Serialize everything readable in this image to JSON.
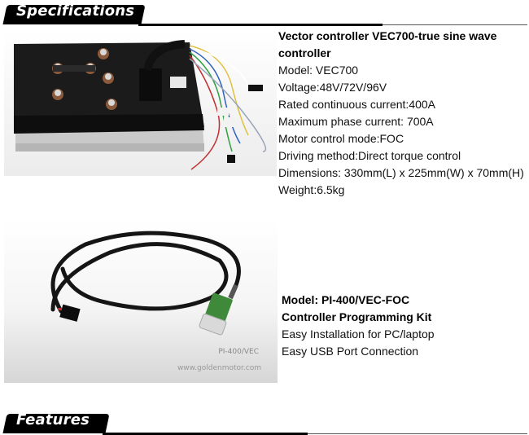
{
  "sections": {
    "specifications": {
      "label": "Specifications"
    },
    "features": {
      "label": "Features"
    }
  },
  "controller": {
    "image": {
      "alt": "VEC700 vector controller photo",
      "background": "#f3f3f3",
      "body_color": "#1a1a1a",
      "base_color": "#cfcfcf"
    },
    "title_line1": "Vector controller VEC700-true sine wave",
    "title_line2": "controller",
    "specs": [
      "Model: VEC700",
      "Voltage:48V/72V/96V",
      "Rated continuous current:400A",
      "Maximum phase current: 700A",
      "Motor control mode:FOC",
      "Driving method:Direct torque control",
      "Dimensions: 330mm(L) x 225mm(W) x 70mm(H)",
      "Weight:6.5kg"
    ]
  },
  "programming_kit": {
    "image": {
      "alt": "PI-400/VEC programming cable photo",
      "caption_model": "PI-400/VEC",
      "caption_url": "www.goldenmotor.com",
      "adapter_color": "#3f8a3a"
    },
    "title_line1": "Model: PI-400/VEC-FOC",
    "title_line2": "Controller Programming Kit",
    "features": [
      "Easy Installation for PC/laptop",
      "Easy USB Port Connection"
    ]
  }
}
